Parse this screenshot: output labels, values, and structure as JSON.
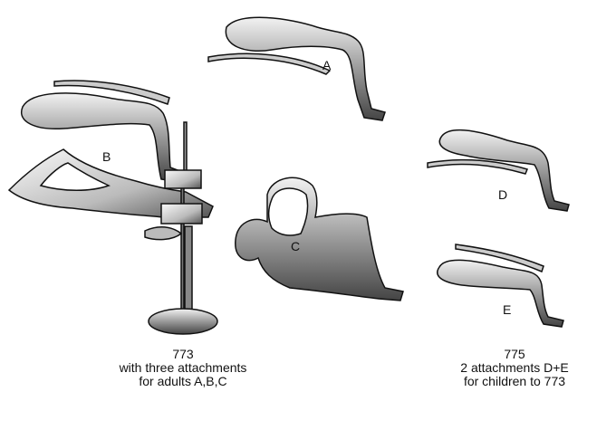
{
  "labels": {
    "a": "A",
    "b": "B",
    "c": "C",
    "d": "D",
    "e": "E"
  },
  "captions": {
    "left": {
      "model": "773",
      "line1": "with three attachments",
      "line2": "for adults A,B,C"
    },
    "right": {
      "model": "775",
      "line1": "2 attachments D+E",
      "line2": "for children to 773"
    }
  },
  "colors": {
    "metal_light": "#e6e6e6",
    "metal_dark": "#555555",
    "outline": "#111111"
  }
}
